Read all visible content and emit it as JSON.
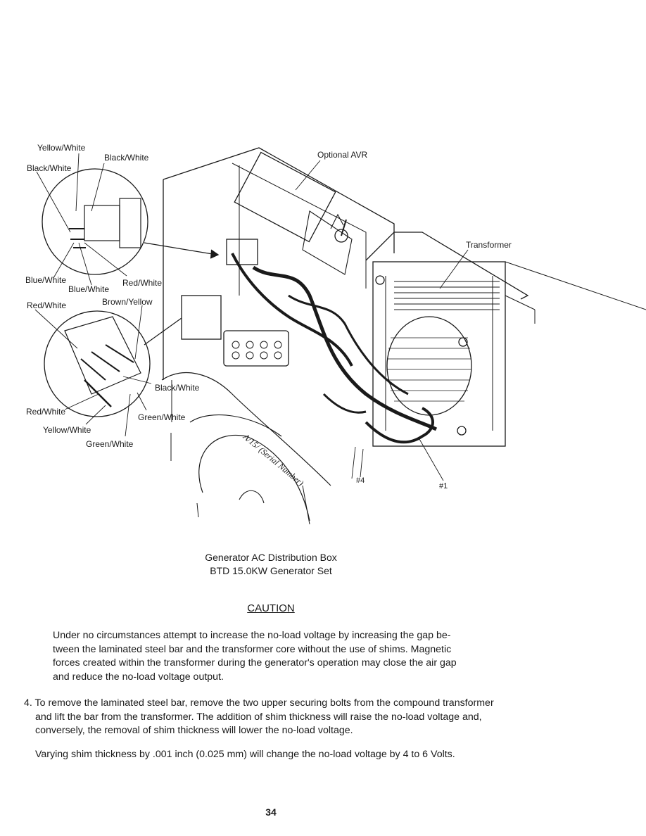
{
  "figure": {
    "labels": {
      "yellow_white_top": "Yellow/White",
      "black_white_top": "Black/White",
      "black_white_left": "Black/White",
      "optional_avr": "Optional AVR",
      "transformer": "Transformer",
      "blue_white_1": "Blue/White",
      "blue_white_2": "Blue/White",
      "red_white_1": "Red/White",
      "red_white_2": "Red/White",
      "brown_yellow": "Brown/Yellow",
      "black_white_3": "Black/White",
      "red_white_3": "Red/White",
      "green_white_1": "Green/White",
      "yellow_white_2": "Yellow/White",
      "green_white_2": "Green/White",
      "mark_4": "#4",
      "mark_1": "#1"
    },
    "handwriting": "A/15/ (Serial Number)",
    "caption_line1": "Generator AC Distribution Box",
    "caption_line2": "BTD 15.0KW Generator Set"
  },
  "caution": {
    "heading": "CAUTION",
    "body_lines": [
      "Under no circumstances attempt to increase the no-load voltage by increasing the gap be-",
      "tween the laminated steel bar and the transformer core without the use of shims.  Magnetic",
      "forces created within the transformer during the generator's operation may close the air gap",
      "and reduce the no-load voltage output."
    ]
  },
  "step4": {
    "lines": [
      "4. To remove the laminated steel bar, remove the two upper securing bolts from the compound transformer",
      "and lift the bar from the transformer.  The addition of shim thickness will raise the no-load voltage and,",
      "conversely, the removal of shim thickness will lower the no-load voltage."
    ]
  },
  "note": "Varying shim thickness by .001 inch (0.025 mm) will change the no-load voltage by 4 to 6 Volts.",
  "page_number": "34"
}
